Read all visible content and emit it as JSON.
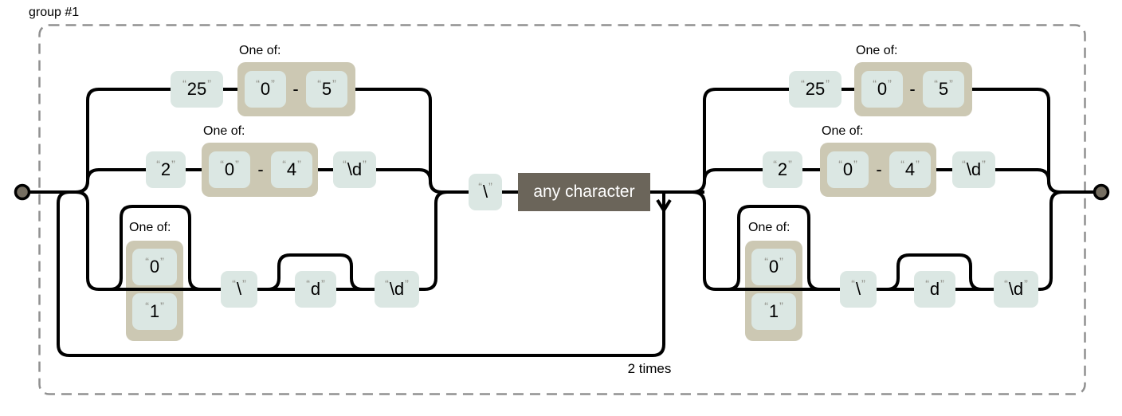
{
  "group": {
    "label": "group #1"
  },
  "punctuation": {
    "open_quote": "“",
    "close_quote": "”",
    "range_dash": "-"
  },
  "colors": {
    "line": "#000000",
    "literal_box_fill": "#dbe7e3",
    "charset_box_fill": "#ccc8b3",
    "any_character_fill": "#6b655a",
    "any_character_text": "#ffffff",
    "terminal_fill": "#756e61",
    "quote_color": "#8d8d85",
    "group_border": "#909090"
  },
  "left_alternation": {
    "branch1": {
      "charset_label": "One of:",
      "literal": "25",
      "range_from": "0",
      "range_to": "5"
    },
    "branch2": {
      "charset_label": "One of:",
      "literal": "2",
      "range_from": "0",
      "range_to": "4",
      "escape": "\\d"
    },
    "branch3": {
      "charset_label": "One of:",
      "option_top": "0",
      "option_bottom": "1",
      "backslash": "\\",
      "literal": "d",
      "escape": "\\d"
    }
  },
  "separator": {
    "backslash": "\\",
    "any_character": "any character"
  },
  "loop": {
    "label": "2 times"
  },
  "right_alternation": {
    "branch1": {
      "charset_label": "One of:",
      "literal": "25",
      "range_from": "0",
      "range_to": "5"
    },
    "branch2": {
      "charset_label": "One of:",
      "literal": "2",
      "range_from": "0",
      "range_to": "4",
      "escape": "\\d"
    },
    "branch3": {
      "charset_label": "One of:",
      "option_top": "0",
      "option_bottom": "1",
      "backslash": "\\",
      "literal": "d",
      "escape": "\\d"
    }
  }
}
